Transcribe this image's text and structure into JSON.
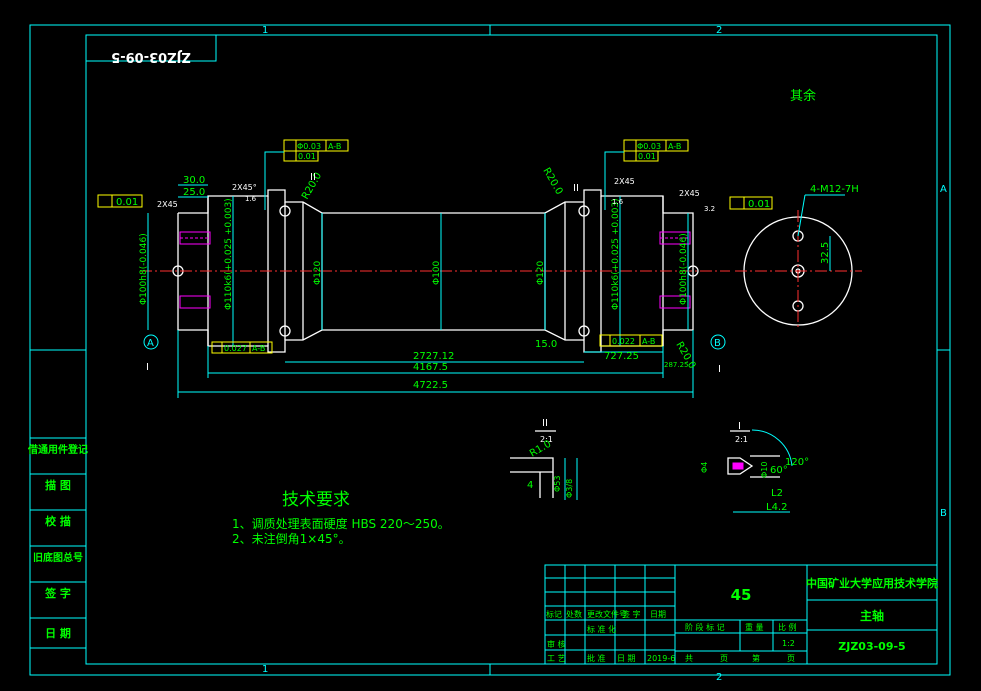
{
  "drawing": {
    "stamp_code": "ZJZ03-09-5",
    "roughness_note": "其余",
    "grid_labels": {
      "col1": "1",
      "col2": "2",
      "row_a": "A",
      "row_b": "B"
    },
    "dims": {
      "d30": "30.0",
      "d25": "25.0",
      "chamfer1": "2X45°",
      "chamfer2": "2X45",
      "chamfer3": "2X45",
      "chamfer4": "2X45",
      "tol_left": "0.01",
      "tol_right": "0.01",
      "fcf_circ1": "Φ0.03",
      "fcf_ref1": "A-B",
      "fcf_flat1": "0.01",
      "fcf_circ2": "Φ0.03",
      "fcf_ref2": "A-B",
      "fcf_flat2": "0.01",
      "r_left": "R20.0",
      "r_mid": "R20.0",
      "dia100_left": "Φ100h8(-0.046)",
      "dia110_left": "Φ110k6(+0.025 +0.003)",
      "dia120_left": "Φ120",
      "dia100_mid": "Φ100",
      "dia120_right": "Φ120",
      "dia110_right": "Φ110k6(+0.025 +0.003)",
      "dia100_right": "Φ100h8(-0.046)",
      "roughness_16a": "1.6",
      "roughness_16b": "1.6",
      "roughness_32": "3.2",
      "runout_left": "0.027",
      "runout_left_ref": "A-B",
      "runout_right": "0.022",
      "runout_right_ref": "A-B",
      "len_2727": "2727.12",
      "len_4167": "4167.5",
      "len_4722": "4722.5",
      "len_15": "15.0",
      "len_727": "727.25",
      "len_287": "287.25",
      "r_right": "R20.0",
      "label_a": "A",
      "label_b": "B",
      "section_ii": "II",
      "section_i": "I"
    },
    "end_view": {
      "thread": "4-M12-7H",
      "dim": "32.5"
    },
    "detail_ii": {
      "title": "II",
      "scale": "2:1",
      "r": "R1.0",
      "d1": "4",
      "d2": "Φ53",
      "d3": "Φ3/8"
    },
    "detail_i": {
      "title": "I",
      "scale": "2:1",
      "a1": "120°",
      "a2": "60°",
      "d1": "Φ10",
      "d2": "Φ4",
      "l1": "L2",
      "l2": "L4.2"
    },
    "notes": {
      "title": "技术要求",
      "line1": "1、调质处理表面硬度  HBS 220～250。",
      "line2": "2、未注倒角1×45°。"
    },
    "side_table": [
      "借通用件登记",
      "描  图",
      "校  描",
      "旧底图总号",
      "签  字",
      "日  期"
    ],
    "title_block": {
      "material": "45",
      "school": "中国矿业大学应用技术学院",
      "part": "主轴",
      "code": "ZJZ03-09-5",
      "headers": [
        "标记",
        "处数",
        "更改文件号",
        "签 字",
        "日期"
      ],
      "row_labels": [
        "审 核",
        "工 艺"
      ],
      "stage_label": "阶 段 标 记",
      "weight_label": "重 量",
      "scale_label": "比 例",
      "scale_value": "1:2",
      "sheet_total": "共",
      "sheet_unit": "页",
      "sheet_no": "第",
      "sheet_unit2": "页",
      "draw_label": "标 准 化",
      "approve_label": "批 准",
      "date_label": "日 期",
      "date": "2019-6"
    }
  }
}
